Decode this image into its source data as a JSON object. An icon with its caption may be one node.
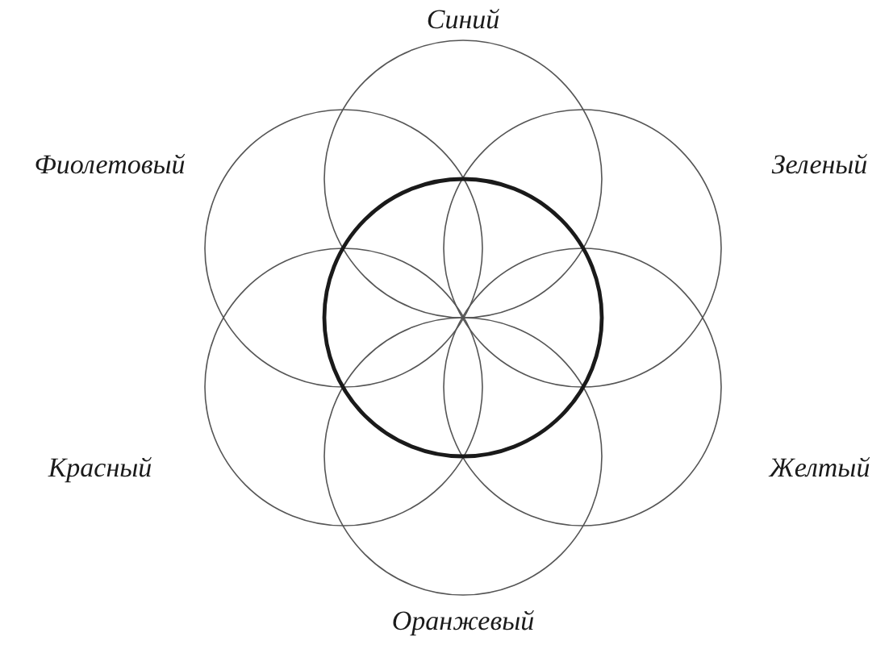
{
  "diagram": {
    "nodes": [
      {
        "text": [
          "Синий"
        ]
      },
      {
        "text": [
          "Фиолетовый"
        ]
      },
      {
        "text": [
          "Зеленый"
        ]
      },
      {
        "text": [
          "Красный"
        ]
      },
      {
        "text": [
          "Желтый"
        ]
      },
      {
        "text": [
          "Оранжевый"
        ]
      },
      {
        "text": [],
        "shape": "circle"
      }
    ]
  }
}
